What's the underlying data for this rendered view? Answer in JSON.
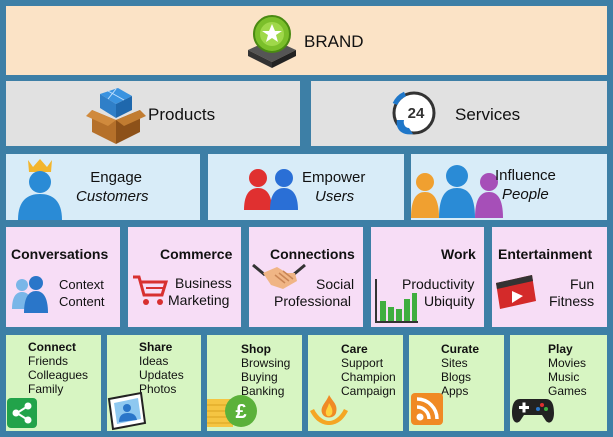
{
  "brand": {
    "label": "BRAND"
  },
  "row2": {
    "products": "Products",
    "services": "Services",
    "services_icon_number": "24"
  },
  "row3": [
    {
      "line1": "Engage",
      "line2": "Customers"
    },
    {
      "line1": "Empower",
      "line2": "Users"
    },
    {
      "line1": "Influence",
      "line2": "People"
    }
  ],
  "row4": [
    {
      "title": "Conversations",
      "line1": "Context",
      "line2": "Content"
    },
    {
      "title": "Commerce",
      "line1": "Business",
      "line2": "Marketing"
    },
    {
      "title": "Connections",
      "line1": "Social",
      "line2": "Professional"
    },
    {
      "title": "Work",
      "line1": "Productivity",
      "line2": "Ubiquity"
    },
    {
      "title": "Entertainment",
      "line1": "Fun",
      "line2": "Fitness"
    }
  ],
  "row5": [
    {
      "title": "Connect",
      "items": [
        "Friends",
        "Colleagues",
        "Family"
      ]
    },
    {
      "title": "Share",
      "items": [
        "Ideas",
        "Updates",
        "Photos"
      ]
    },
    {
      "title": "Shop",
      "items": [
        "Browsing",
        "Buying",
        "Banking"
      ]
    },
    {
      "title": "Care",
      "items": [
        "Support",
        "Champion",
        "Campaign"
      ]
    },
    {
      "title": "Curate",
      "items": [
        "Sites",
        "Blogs",
        "Apps"
      ]
    },
    {
      "title": "Play",
      "items": [
        "Movies",
        "Music",
        "Games"
      ]
    }
  ],
  "colors": {
    "frame": "#3d7fa6",
    "brand_fill": "#fbe3c6",
    "grey_fill": "#e1e1e1",
    "blue_fill": "#d8ecf8",
    "pink_fill": "#f7ddf6",
    "green_fill": "#d7f5c2"
  },
  "icons": [
    "brand-badge-icon",
    "box-icon",
    "24-hour-phone-icon",
    "crowned-person-icon",
    "two-users-icon",
    "group-people-icon",
    "chat-bubbles-icon",
    "shopping-cart-icon",
    "handshake-icon",
    "bar-chart-icon",
    "video-play-icon",
    "share-icon",
    "photo-icon",
    "pound-coin-icon",
    "flame-hands-icon",
    "rss-icon",
    "gamepad-icon"
  ]
}
